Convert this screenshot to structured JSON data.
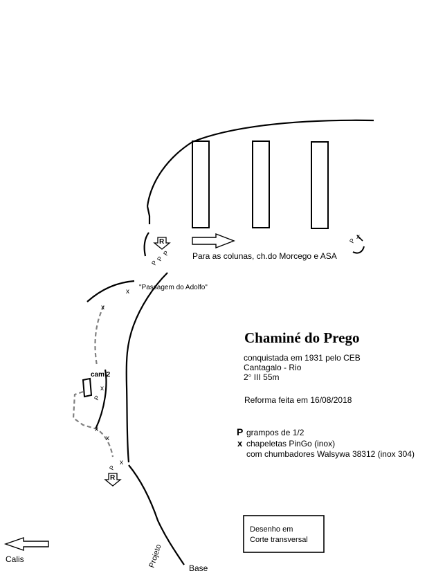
{
  "title": "Chaminé do Prego",
  "info": {
    "line1": "conquistada em 1931 pelo CEB",
    "line2": "Cantagalo - Rio",
    "line3": "2° III  55m",
    "line4": "Reforma feita em 16/08/2018"
  },
  "legend": {
    "p_symbol": "P",
    "p_text": "grampos de 1/2",
    "x_symbol": "x",
    "x_text": "chapeletas PinGo (inox)",
    "x_text2": "com chumbadores Walsywa 38312 (inox 304)"
  },
  "note_box": {
    "line1": "Desenho em",
    "line2": "Corte transversal"
  },
  "labels": {
    "to_columns": "Para as colunas, ch.do Morcego e ASA",
    "passage": "\"Passagem do Adolfo\"",
    "belay2": "cam 2",
    "rappel": "R",
    "calis": "Calis",
    "projeto": "Projeto",
    "base": "Base",
    "p": "P",
    "x": "x"
  },
  "colors": {
    "ink": "#000000",
    "route_dash": "#808080"
  }
}
